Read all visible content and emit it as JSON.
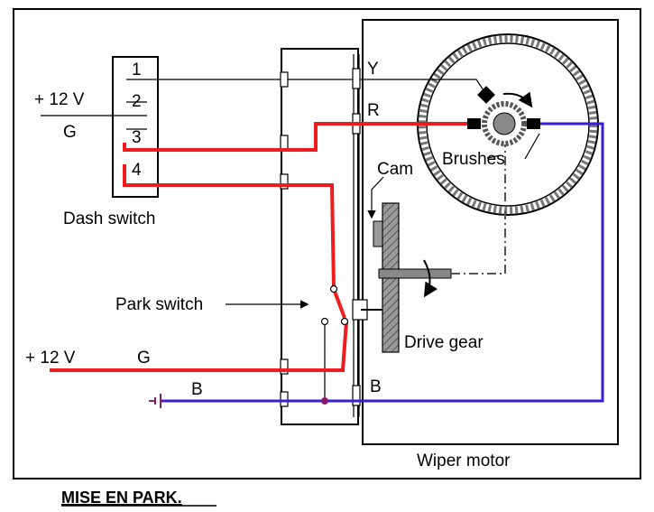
{
  "labels": {
    "pin1": "1",
    "pin2": "2",
    "pin3": "3",
    "pin4": "4",
    "dash_plus12v": "+ 12 V",
    "dash_g": "G",
    "dash_switch": "Dash switch",
    "wire_y": "Y",
    "wire_r": "R",
    "wire_b_motor": "B",
    "cam": "Cam",
    "brushes": "Brushes",
    "park_switch": "Park switch",
    "drive_gear": "Drive gear",
    "supply_plus12v": "+ 12 V",
    "supply_g": "G",
    "ground_b": "B",
    "wiper_motor": "Wiper motor",
    "caption": "MISE EN PARK."
  },
  "colors": {
    "red_wire": "#ee1c1c",
    "blue_wire": "#3b1cd6",
    "ground_dot": "#8b1a6b",
    "outline": "#000000",
    "gear_fill": "#888888"
  }
}
